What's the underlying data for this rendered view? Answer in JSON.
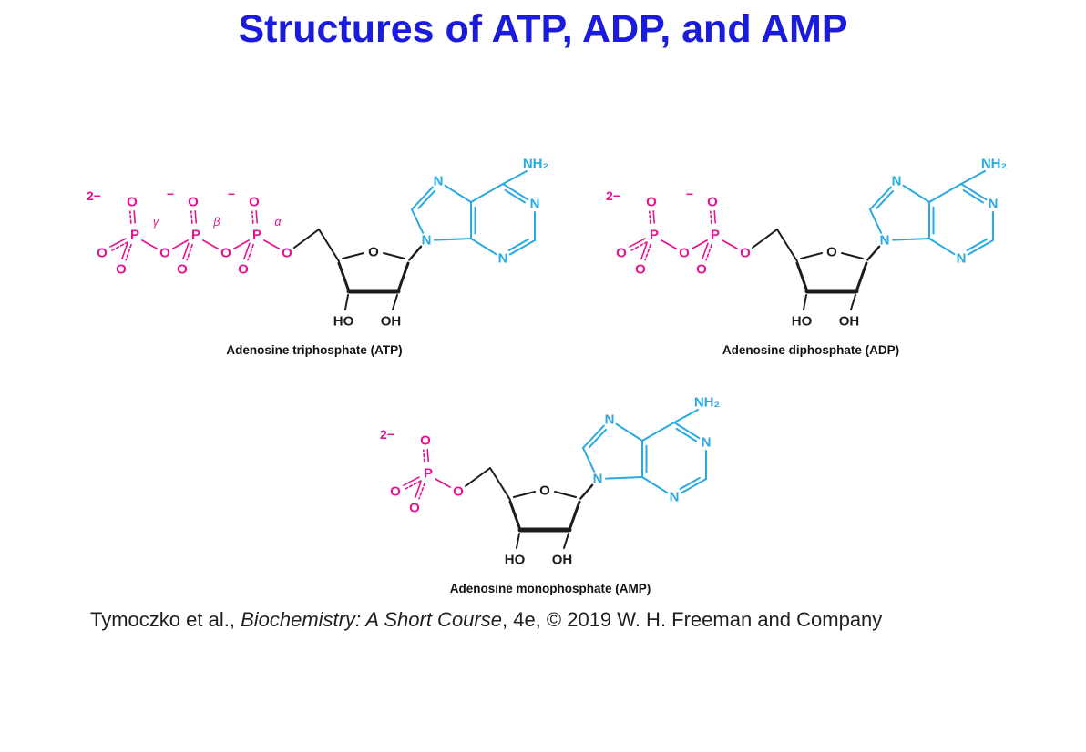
{
  "title": "Structures of ATP, ADP, and AMP",
  "colors": {
    "title": "#1b1bdb",
    "phosphate": "#e8128f",
    "base": "#29a9e1",
    "bond": "#1c1c1c",
    "text": "#111111"
  },
  "labels": {
    "phosphorus": "P",
    "oxygen": "O",
    "hydroxyl_left": "HO",
    "hydroxyl_right": "OH",
    "nitrogen": "N",
    "amine": "NH₂"
  },
  "structures": [
    {
      "id": "atp",
      "caption": "Adenosine triphosphate (ATP)",
      "phosphate_count": 3,
      "greek_labels": [
        "γ",
        "β",
        "α"
      ],
      "charges": [
        "2−",
        "−",
        "−"
      ]
    },
    {
      "id": "adp",
      "caption": "Adenosine diphosphate (ADP)",
      "phosphate_count": 2,
      "greek_labels": [],
      "charges": [
        "2−",
        "−"
      ]
    },
    {
      "id": "amp",
      "caption": "Adenosine monophosphate (AMP)",
      "phosphate_count": 1,
      "greek_labels": [],
      "charges": [
        "2−"
      ]
    }
  ],
  "citation": {
    "prefix": "Tymoczko et al., ",
    "italic": "Biochemistry: A Short Course",
    "suffix": ", 4e, © 2019 W. H. Freeman and Company"
  }
}
